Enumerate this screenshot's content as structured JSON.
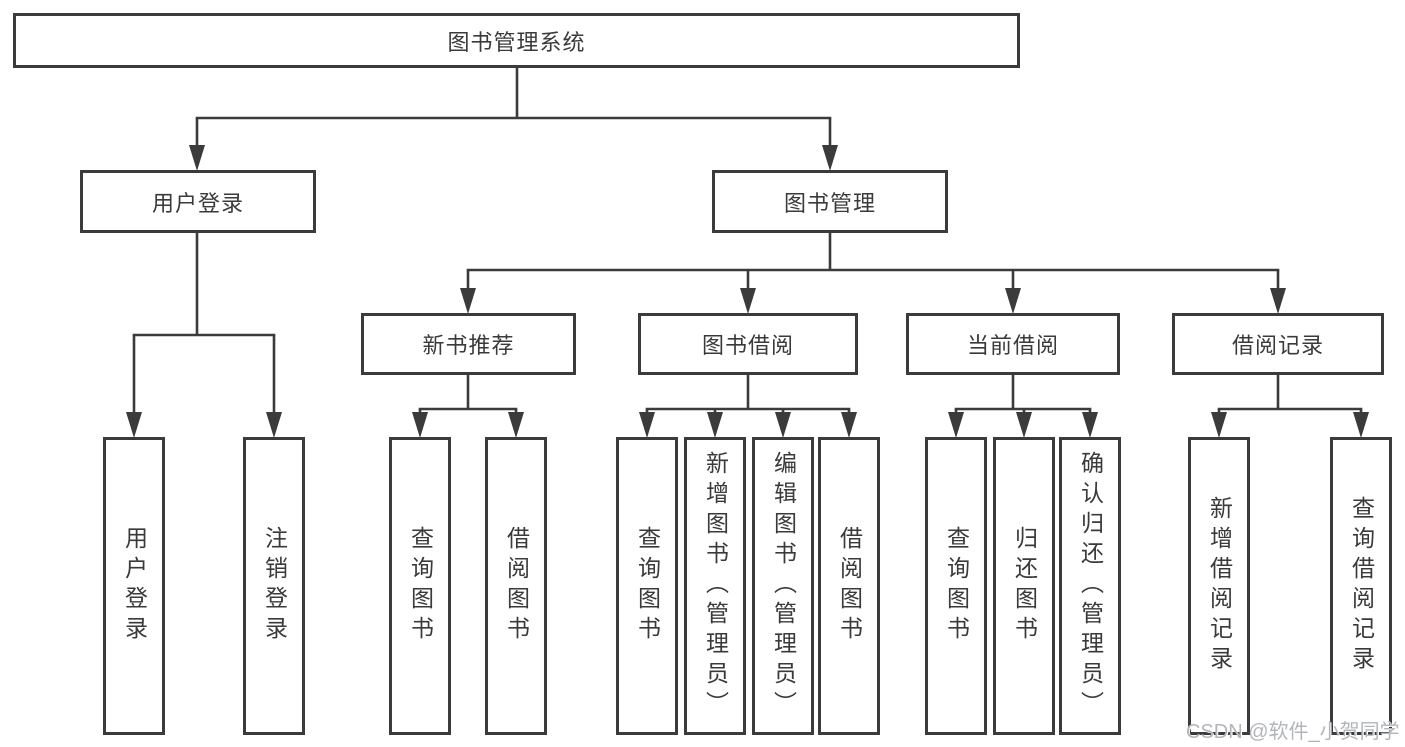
{
  "diagram": {
    "title": "图书管理系统",
    "level2": [
      {
        "label": "用户登录"
      },
      {
        "label": "图书管理"
      }
    ],
    "level3": [
      {
        "label": "新书推荐",
        "parent": "图书管理"
      },
      {
        "label": "图书借阅",
        "parent": "图书管理"
      },
      {
        "label": "当前借阅",
        "parent": "图书管理"
      },
      {
        "label": "借阅记录",
        "parent": "图书管理"
      }
    ],
    "leaves": [
      {
        "label": "用户登录",
        "parent": "用户登录"
      },
      {
        "label": "注销登录",
        "parent": "用户登录"
      },
      {
        "label": "查询图书",
        "parent": "新书推荐"
      },
      {
        "label": "借阅图书",
        "parent": "新书推荐"
      },
      {
        "label": "查询图书",
        "parent": "图书借阅"
      },
      {
        "label": "新增图书（管理员）",
        "parent": "图书借阅"
      },
      {
        "label": "编辑图书（管理员）",
        "parent": "图书借阅"
      },
      {
        "label": "借阅图书",
        "parent": "图书借阅"
      },
      {
        "label": "查询图书",
        "parent": "当前借阅"
      },
      {
        "label": "归还图书",
        "parent": "当前借阅"
      },
      {
        "label": "确认归还（管理员）",
        "parent": "当前借阅"
      },
      {
        "label": "新增借阅记录",
        "parent": "借阅记录"
      },
      {
        "label": "查询借阅记录",
        "parent": "借阅记录"
      }
    ],
    "watermark": "CSDN @软件_小贺同学",
    "colors": {
      "line": "#3b3b3b",
      "text": "#3a3a3a",
      "background": "#ffffff",
      "watermark": "#b2b5b9"
    }
  }
}
